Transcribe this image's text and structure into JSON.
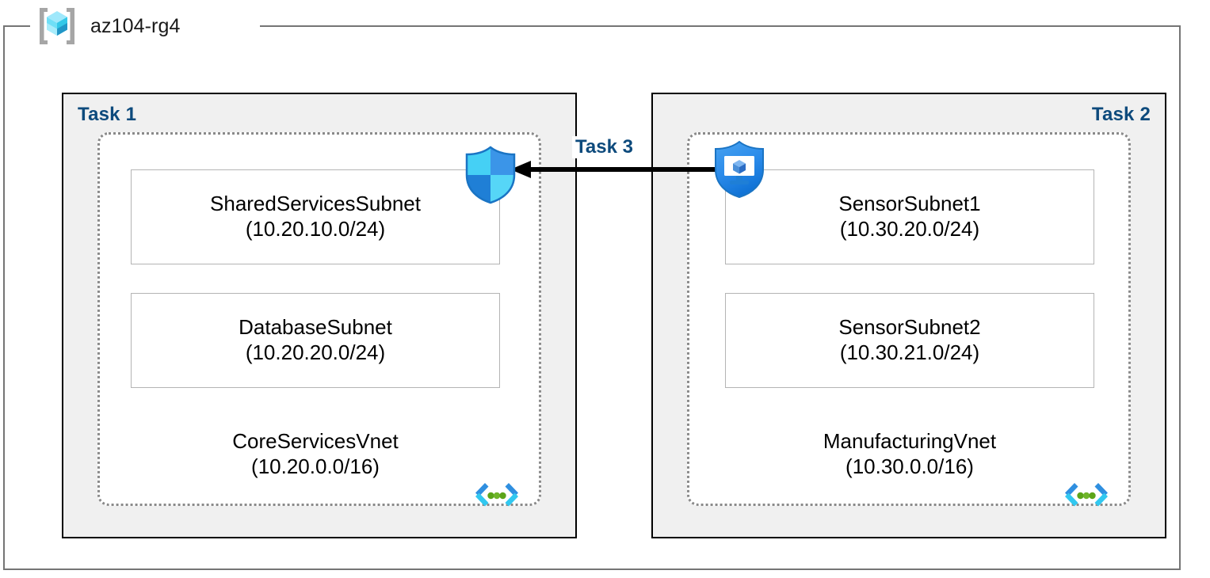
{
  "resource_group": {
    "name": "az104-rg4",
    "icon": "resource-group-cube-icon"
  },
  "colors": {
    "task_label": "#0d4a7c",
    "task_box_fill": "#f0f0f0",
    "task_box_border": "#000000",
    "vnet_border": "#8a8a8a",
    "subnet_border": "#b4b4b4",
    "frame_border": "#757575",
    "arrow": "#000000",
    "vnet_glyph_bracket": "#2f8fe0",
    "vnet_glyph_bracket_light": "#31c8f0",
    "vnet_glyph_dot": "#5ba519",
    "shield_peering_tl": "#45d0f5",
    "shield_peering_tr": "#3b95e8",
    "shield_peering_bl": "#1f7fd6",
    "shield_peering_br": "#56d6f7",
    "shield_bastion": "#2b8bea",
    "cube_top": "#9fe8fb",
    "cube_right": "#2bbfdf",
    "cube_left": "#45d6f2",
    "cube_bracket": "#a6a6a6"
  },
  "tasks": [
    {
      "id": "task1",
      "label": "Task 1",
      "align": "left"
    },
    {
      "id": "task2",
      "label": "Task 2",
      "align": "right"
    },
    {
      "id": "task3",
      "label": "Task 3",
      "align": "center"
    }
  ],
  "vnets": [
    {
      "id": "vnet1",
      "task": "Task 1",
      "name": "CoreServicesVnet",
      "cidr": "(10.20.0.0/16)",
      "icon": "virtual-network-icon",
      "subnets": [
        {
          "name": "SharedServicesSubnet",
          "cidr": "(10.20.10.0/24)"
        },
        {
          "name": "DatabaseSubnet",
          "cidr": "(10.20.20.0/24)"
        }
      ]
    },
    {
      "id": "vnet2",
      "task": "Task 2",
      "name": "ManufacturingVnet",
      "cidr": "(10.30.0.0/16)",
      "icon": "virtual-network-icon",
      "subnets": [
        {
          "name": "SensorSubnet1",
          "cidr": "(10.30.20.0/24)"
        },
        {
          "name": "SensorSubnet2",
          "cidr": "(10.30.21.0/24)"
        }
      ]
    }
  ],
  "connection": {
    "label": "Task 3",
    "direction": "right-to-left",
    "from_icon": "shield-vm-icon",
    "to_icon": "shield-quadrant-icon"
  }
}
